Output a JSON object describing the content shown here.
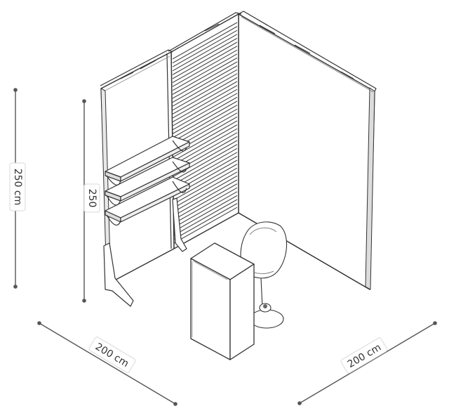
{
  "dimensions": {
    "height_outer": "250 cm",
    "height_inner": "250",
    "width_left": "200 cm",
    "width_right": "200 cm"
  },
  "colors": {
    "line": "#333333",
    "dimension_line": "#555555",
    "panel_fill": "#ffffff",
    "slat": "#444444"
  }
}
